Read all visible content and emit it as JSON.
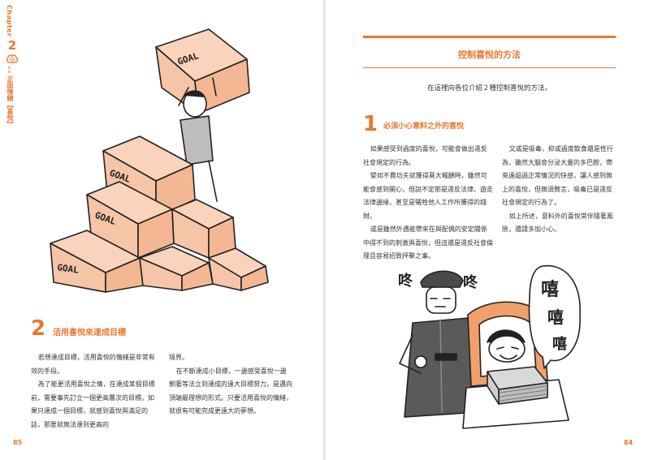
{
  "chapter_strip": {
    "chapter_label": "Chapter",
    "chapter_number": "2",
    "arrows": "»»",
    "section_label": "正面情緒【喜悅】"
  },
  "left_page": {
    "illustration_labels": [
      "GOAL",
      "GOAL",
      "GOAL",
      "GOAL"
    ],
    "section_number": "2",
    "section_title": "活用喜悅來達成目標",
    "col1": [
      "若想達成目標，活用喜悅的情緒是非常有效的手段。",
      "為了能更活用喜悅之情，在達成某個目標前，需要事先訂立一個更高層次的目標。如果只達成一個目標，就感到喜悅與滿足的話，那麼就無法達到更高的"
    ],
    "col2": [
      "境界。",
      "在不斷達成小目標，一邊感受喜悅一邊朝著等法立到達成的遠大目標努力，是邁向頂端最理想的形式。只要活用喜悅的情緒，就很有可能完成更遠大的夢想。"
    ],
    "page_number": "85"
  },
  "right_page": {
    "heading": "控制喜悅的方法",
    "intro": "在這裡向各位介紹２種控制喜悅的方法。",
    "section_number": "1",
    "section_title": "必須小心意料之外的喜悅",
    "col1": [
      "如果感受到過度的喜悅，可能會做出違反社會規定的行為。",
      "譬如不費功夫就獲得莫大報酬時，雖然可能會感到開心，但說不定那是違反法律、遊走法律邊緣，甚至是犧牲他人工作所獲得的錢財。",
      "或是雖然外遇能帶來在與配偶的安定關係中得不到的刺激與喜悅，但這還是違反社會倫理且容易招致抨擊之事。"
    ],
    "col2": [
      "又或是吸毒，抑或過度飲食還是性行為，雖然大腦會分泌大量的多巴胺，帶來遠超過正常情況的快感，讓人感到無上的喜悅，但無須贅言，吸毒已是違反社會規定的行為了。",
      "如上所述，意料外的喜悅常伴隨著風險，還請多加小心。"
    ],
    "illustration_labels": {
      "knock_left": "咚",
      "knock_right": "咚",
      "laugh": [
        "嘻",
        "嘻",
        "嘻"
      ]
    },
    "page_number": "84"
  },
  "colors": {
    "accent": "#e8772e",
    "box_fill": "#f6c4a6",
    "text": "#333333"
  }
}
